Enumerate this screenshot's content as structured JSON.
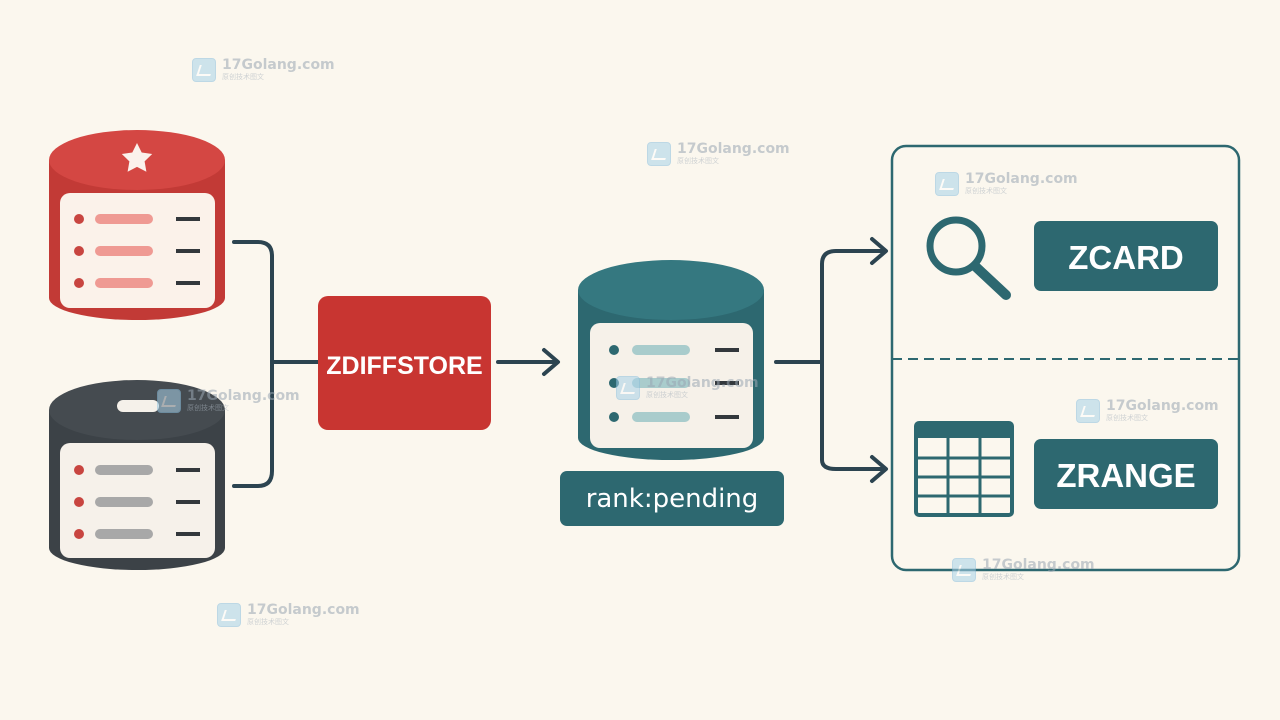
{
  "diagram": {
    "operation_label": "ZDIFFSTORE",
    "result_key_label": "rank:pending",
    "command_count_label": "ZCARD",
    "command_range_label": "ZRANGE"
  },
  "watermark": {
    "site": "17Golang.com",
    "subtitle": "原创技术图文"
  },
  "colors": {
    "background": "#fbf7ee",
    "red": "#d44743",
    "red_dark": "#c23a36",
    "red_light": "#ef9a93",
    "dark": "#3c4247",
    "gray_bar": "#a8a8a8",
    "teal": "#2f6b72",
    "teal_light": "#a9cccc",
    "line": "#2c4450"
  }
}
